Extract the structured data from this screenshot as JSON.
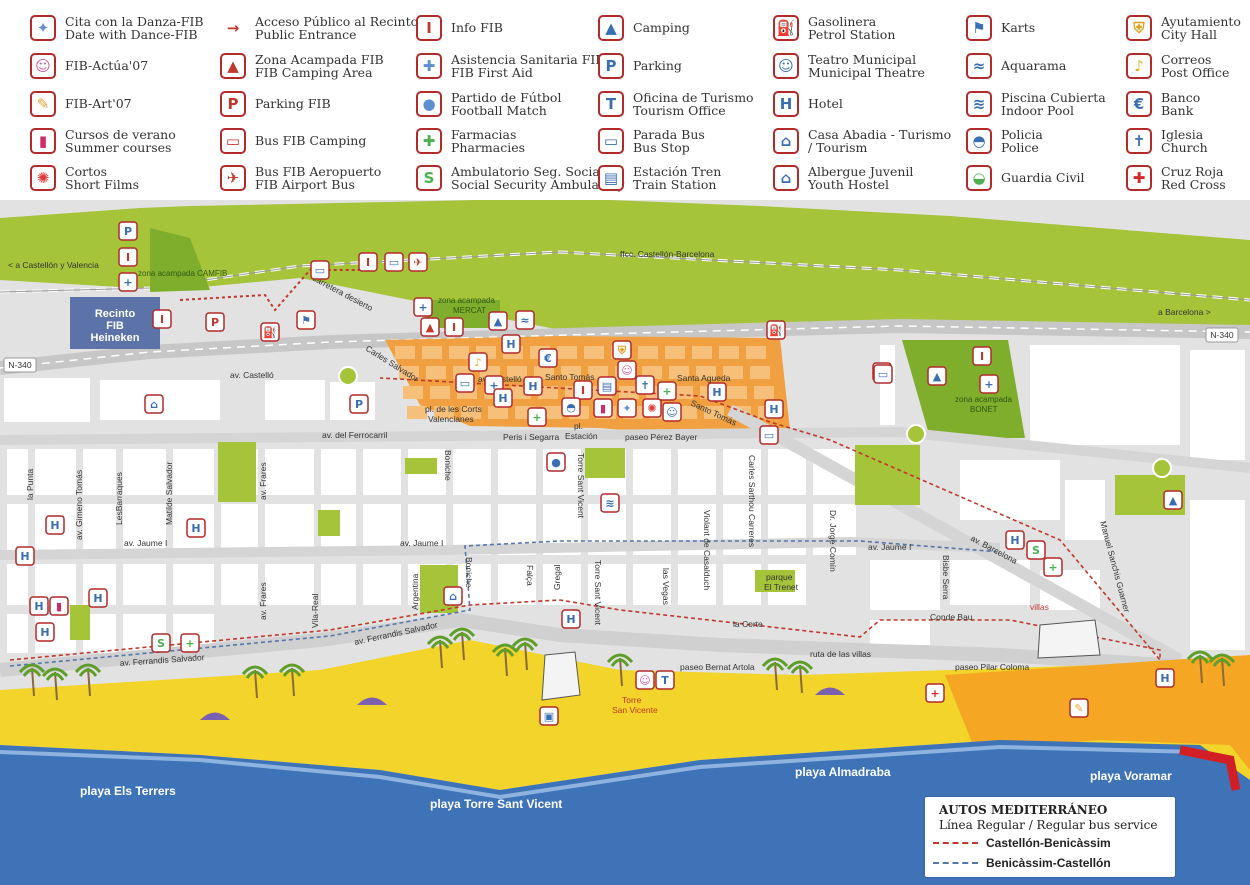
{
  "legend": [
    {
      "key": "dance",
      "icon": "dance-icon",
      "col": 0,
      "row": 0,
      "l1": "Cita con la Danza-FIB",
      "l2": "Date with Dance-FIB"
    },
    {
      "key": "actua",
      "icon": "theatre-mask-icon",
      "col": 0,
      "row": 1,
      "l1": "FIB-Actúa'07",
      "l2": ""
    },
    {
      "key": "art",
      "icon": "paintbrush-icon",
      "col": 0,
      "row": 2,
      "l1": "FIB-Art'07",
      "l2": ""
    },
    {
      "key": "courses",
      "icon": "book-icon",
      "col": 0,
      "row": 3,
      "l1": "Cursos de verano",
      "l2": "Summer courses"
    },
    {
      "key": "films",
      "icon": "film-reel-icon",
      "col": 0,
      "row": 4,
      "l1": "Cortos",
      "l2": "Short Films"
    },
    {
      "key": "entrance",
      "icon": "dotted-arrow-icon",
      "col": 1,
      "row": 0,
      "l1": "Acceso Público al Recinto",
      "l2": "Public Entrance"
    },
    {
      "key": "campfib",
      "icon": "tent-fib-icon",
      "col": 1,
      "row": 1,
      "l1": "Zona Acampada FIB",
      "l2": "FIB Camping Area"
    },
    {
      "key": "parkfib",
      "icon": "parking-fib-icon",
      "col": 1,
      "row": 2,
      "l1": "Parking FIB",
      "l2": ""
    },
    {
      "key": "buscamp",
      "icon": "bus-fib-icon",
      "col": 1,
      "row": 3,
      "l1": "Bus FIB Camping",
      "l2": ""
    },
    {
      "key": "busair",
      "icon": "airport-bus-icon",
      "col": 1,
      "row": 4,
      "l1": "Bus FIB Aeropuerto",
      "l2": "FIB Airport Bus"
    },
    {
      "key": "info",
      "icon": "info-fib-icon",
      "col": 2,
      "row": 0,
      "l1": "Info FIB",
      "l2": ""
    },
    {
      "key": "firstaid",
      "icon": "first-aid-cross-icon",
      "col": 2,
      "row": 1,
      "l1": "Asistencia Sanitaria FIB",
      "l2": "FIB First Aid"
    },
    {
      "key": "football",
      "icon": "football-icon",
      "col": 2,
      "row": 2,
      "l1": "Partido de Fútbol",
      "l2": "Football Match"
    },
    {
      "key": "pharmacy",
      "icon": "pharmacy-cross-icon",
      "col": 2,
      "row": 3,
      "l1": "Farmacias",
      "l2": "Pharmacies"
    },
    {
      "key": "ambulatory",
      "icon": "ambulatory-icon",
      "col": 2,
      "row": 4,
      "l1": "Ambulatorio Seg. Social",
      "l2": "Social Security Ambulatory"
    },
    {
      "key": "camping",
      "icon": "tent-icon",
      "col": 3,
      "row": 0,
      "l1": "Camping",
      "l2": ""
    },
    {
      "key": "parking",
      "icon": "parking-icon",
      "col": 3,
      "row": 1,
      "l1": "Parking",
      "l2": ""
    },
    {
      "key": "tourism",
      "icon": "tourism-t-icon",
      "col": 3,
      "row": 2,
      "l1": "Oficina de Turismo",
      "l2": "Tourism Office"
    },
    {
      "key": "busstop",
      "icon": "bus-icon",
      "col": 3,
      "row": 3,
      "l1": "Parada Bus",
      "l2": "Bus Stop"
    },
    {
      "key": "train",
      "icon": "train-icon",
      "col": 3,
      "row": 4,
      "l1": "Estación Tren",
      "l2": "Train Station"
    },
    {
      "key": "petrol",
      "icon": "fuel-pump-icon",
      "col": 4,
      "row": 0,
      "l1": "Gasolinera",
      "l2": "Petrol Station"
    },
    {
      "key": "theatre",
      "icon": "theatre-icon",
      "col": 4,
      "row": 1,
      "l1": "Teatro Municipal",
      "l2": "Municipal Theatre"
    },
    {
      "key": "hotel",
      "icon": "hotel-icon",
      "col": 4,
      "row": 2,
      "l1": "Hotel",
      "l2": ""
    },
    {
      "key": "abadia",
      "icon": "house-icon",
      "col": 4,
      "row": 3,
      "l1": "Casa Abadia - Turismo",
      "l2": "/ Tourism"
    },
    {
      "key": "hostel",
      "icon": "hostel-house-icon",
      "col": 4,
      "row": 4,
      "l1": "Albergue Juvenil",
      "l2": "Youth Hostel"
    },
    {
      "key": "karts",
      "icon": "checkered-flag-icon",
      "col": 5,
      "row": 0,
      "l1": "Karts",
      "l2": ""
    },
    {
      "key": "aquarama",
      "icon": "water-slide-icon",
      "col": 5,
      "row": 1,
      "l1": "Aquarama",
      "l2": ""
    },
    {
      "key": "pool",
      "icon": "swimming-pool-icon",
      "col": 5,
      "row": 2,
      "l1": "Piscina Cubierta",
      "l2": "Indoor Pool"
    },
    {
      "key": "police",
      "icon": "police-cap-icon",
      "col": 5,
      "row": 3,
      "l1": "Policia",
      "l2": "Police"
    },
    {
      "key": "guardia",
      "icon": "guardia-hat-icon",
      "col": 5,
      "row": 4,
      "l1": "Guardia Civil",
      "l2": ""
    },
    {
      "key": "cityhall",
      "icon": "city-hall-shield-icon",
      "col": 6,
      "row": 0,
      "l1": "Ayutamiento",
      "l2": "City Hall"
    },
    {
      "key": "post",
      "icon": "post-horn-icon",
      "col": 6,
      "row": 1,
      "l1": "Correos",
      "l2": "Post Office"
    },
    {
      "key": "bank",
      "icon": "euro-icon",
      "col": 6,
      "row": 2,
      "l1": "Banco",
      "l2": "Bank"
    },
    {
      "key": "church",
      "icon": "church-icon",
      "col": 6,
      "row": 3,
      "l1": "Iglesia",
      "l2": "Church"
    },
    {
      "key": "redcross",
      "icon": "red-cross-icon",
      "col": 6,
      "row": 4,
      "l1": "Cruz Roja",
      "l2": "Red Cross"
    }
  ],
  "map": {
    "recinto": [
      "Recinto",
      "FIB",
      "Heineken"
    ],
    "to_castellon": "< a Castellón y Valencia",
    "to_barcelona": "a Barcelona  >",
    "railway": "ffcc. Castellón-Barcelona",
    "n340_left": "N-340",
    "n340_right": "N-340",
    "zone_camfib": "zona acampada CAMFIB",
    "zone_mercat_1": "zona acampada",
    "zone_mercat_2": "MERCAT",
    "zone_bonet_1": "zona acampada",
    "zone_bonet_2": "BONET",
    "streets": {
      "carretera_desierto": "carretera desierto",
      "carles_salvador": "Carles Salvador",
      "av_castello": "av. Castelló",
      "av_castello_2": "av. Castelló",
      "santo_tomas": "Santo Tomás",
      "santa_agueda": "Santa Agueda",
      "santo_tomas_2": "Santo Tomás",
      "pl_corts_1": "pl. de les Corts",
      "pl_corts_2": "Valencianes",
      "peris": "Peris i Segarra",
      "pl_estacion_1": "pl.",
      "pl_estacion_2": "Estación",
      "paseo_perez": "paseo Pérez Bayer",
      "av_ferrocarril": "av. del Ferrocarril",
      "bonicher": "Boniche",
      "torre_sant_vicent": "Torre Sant Vicent",
      "carles_sarthou": "Carles Sarthou Carreres",
      "la_punta": "la Punta",
      "gimeno": "av. Gimeno Tomás",
      "lesbarraques": "LesBarraques",
      "matilde": "Matilde Salvador",
      "frares": "av. Frares",
      "av_jaume_1": "av. Jaume I",
      "av_jaume_2": "av. Jaume I",
      "av_jaume_3": "av. Jaume I",
      "vila_real": "Vila-Real",
      "argentina": "Argentina",
      "bonicher_2": "Boniche",
      "falca": "Falça",
      "gregal": "Gregal",
      "torre_sv_2": "Torre Sant Vicent",
      "las_vegas": "las Vegas",
      "violant": "Violant de Casalduch",
      "dr_jorge": "Dr. Jorge Comín",
      "bisbe": "Bisbe Serra",
      "manuel": "Manuel Sanchis Guarner",
      "av_barcelona": "av. Barcelona",
      "conde_bau": "Conde Bau",
      "la_corte": "la Corte",
      "ruta_villas": "ruta de las villas",
      "villas": "villas",
      "av_ferrandis_1": "av. Ferrandis Salvador",
      "av_ferrandis_2": "av. Ferrandis Salvador",
      "paseo_bernat": "paseo Bernat Artola",
      "paseo_pilar": "paseo Pilar Coloma",
      "torre_sv_label_1": "Torre",
      "torre_sv_label_2": "San Vicente",
      "parque_1": "parque",
      "parque_2": "El Trenet"
    },
    "beaches": {
      "terrers": "playa Els Terrers",
      "torre": "playa Torre Sant Vicent",
      "almadraba": "playa Almadraba",
      "voramar": "playa Voramar"
    },
    "colors": {
      "sea": "#3f73b8",
      "sand": "#f2d42a",
      "green": "#a6c43a",
      "road": "#d9d9d9",
      "block": "#ffffff",
      "orange": "#f0a040",
      "red": "#c0392b"
    }
  },
  "bus_service": {
    "title": "AUTOS MEDITERRÁNEO",
    "subtitle": "Línea Regular / Regular bus service",
    "route1": "Castellón-Benicàssim",
    "route2": "Benicàssim-Castellón"
  }
}
